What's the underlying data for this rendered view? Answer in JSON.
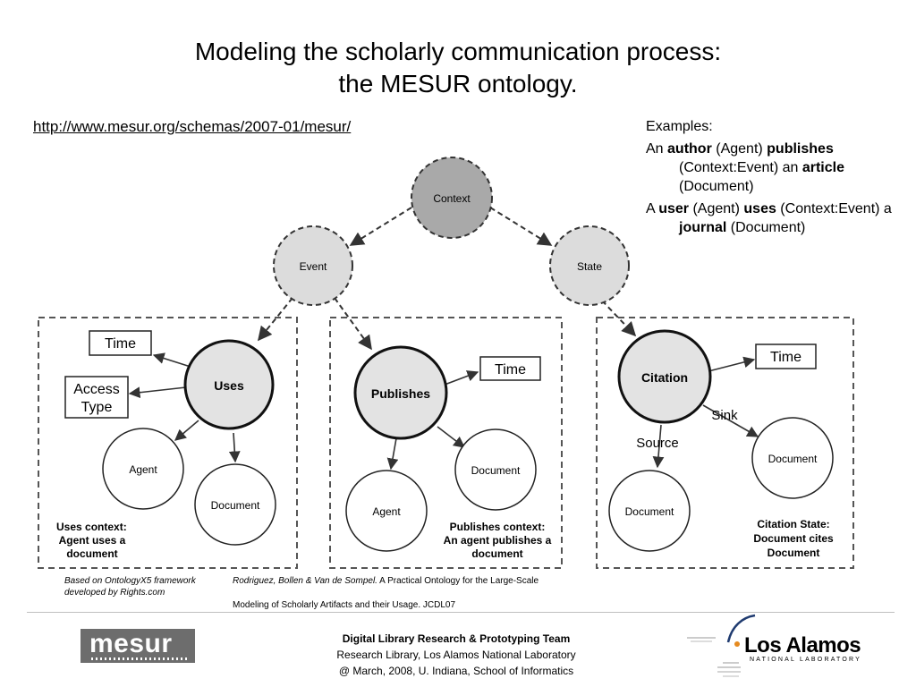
{
  "title": {
    "line1": "Modeling the scholarly communication process:",
    "line2": "the MESUR ontology."
  },
  "url": "http://www.mesur.org/schemas/2007-01/mesur/",
  "examples": {
    "heading": "Examples:",
    "ex1": {
      "p1": "An ",
      "b1": "author",
      "p2": " (Agent) ",
      "b2": "publishes",
      "p3": " (Context:Event) an ",
      "b3": "article",
      "p4": " (Document)"
    },
    "ex2": {
      "p1": "A ",
      "b1": "user",
      "p2": " (Agent) ",
      "b2": "uses",
      "p3": " (Context:Event) a ",
      "b3": "journal",
      "p4": " (Document)"
    }
  },
  "diagram": {
    "nodes": {
      "context": "Context",
      "event": "Event",
      "state": "State",
      "uses": "Uses",
      "publishes": "Publishes",
      "citation": "Citation",
      "agent": "Agent",
      "document": "Document"
    },
    "boxes": {
      "time": "Time",
      "access_l1": "Access",
      "access_l2": "Type"
    },
    "edge_labels": {
      "sink": "Sink",
      "source": "Source"
    },
    "captions": {
      "uses": [
        "Uses context:",
        "Agent uses a",
        "document"
      ],
      "publishes": [
        "Publishes context:",
        "An agent publishes a",
        "document"
      ],
      "citation": [
        "Citation State:",
        "Document cites",
        "Document"
      ]
    }
  },
  "footnotes": {
    "left_l1": "Based on OntologyX5 framework",
    "left_l2": "developed by Rights.com",
    "right_authors": "Rodriguez, Bollen & Van de Sompel.",
    "right_title1": " A Practical Ontology for the Large-Scale",
    "right_title2": "Modeling of Scholarly Artifacts and their Usage. JCDL07"
  },
  "footer": {
    "team": "Digital Library Research & Prototyping Team",
    "org": "Research Library, Los Alamos National Laboratory",
    "event": "@ March, 2008, U. Indiana, School of Informatics",
    "mesur_logo": "mesur",
    "lanl_logo": "Los Alamos",
    "lanl_sub": "NATIONAL LABORATORY"
  },
  "colors": {
    "context_fill": "#a9a9a9",
    "event_fill": "#dcdcdc",
    "action_fill": "#e3e3e3",
    "line": "#333333"
  }
}
